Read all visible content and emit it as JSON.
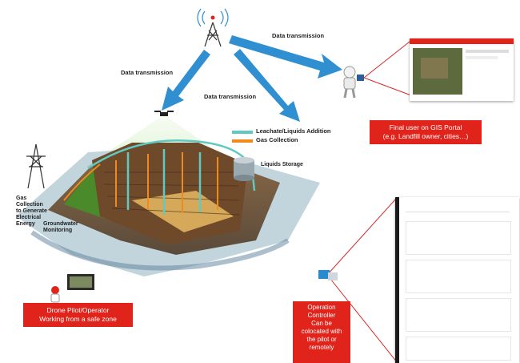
{
  "arrows": {
    "tower_to_user": "Data transmission",
    "tower_to_drone": "Data transmission",
    "tower_to_landfill": "Data transmission"
  },
  "legend": {
    "items": [
      {
        "label": "Leachate/Liquids Addition",
        "color": "#5fc9c2"
      },
      {
        "label": "Gas Collection",
        "color": "#f08a1c"
      }
    ]
  },
  "landfill_labels": {
    "liquids_storage": "Liquids Storage",
    "gas_collection": "Gas\nCollection\nto Generate\nElectrical\nEnergy",
    "groundwater": "Groundwater\nMonitoring"
  },
  "callouts": {
    "final_user": "Final user on GIS Portal\n(e.g. Landfill owner, cities…)",
    "drone_pilot": "Drone Pilot/Operator\nWorking from a safe zone",
    "operation_controller": "Operation\nController\nCan be\ncolocated with\nthe pilot or\nremotely"
  },
  "colors": {
    "arrow": "#2f8fd0",
    "callout_red": "#e0231b",
    "connector_red": "#d42a2a",
    "grass": "#4a8a2a",
    "landfill_brown": "#6e4a2b"
  },
  "icons": [
    "antenna-tower-icon",
    "drone-icon",
    "user-figure-icon",
    "laptop-icon",
    "power-pylon-icon",
    "storage-tank-icon",
    "remote-controller-icon",
    "person-icon"
  ]
}
